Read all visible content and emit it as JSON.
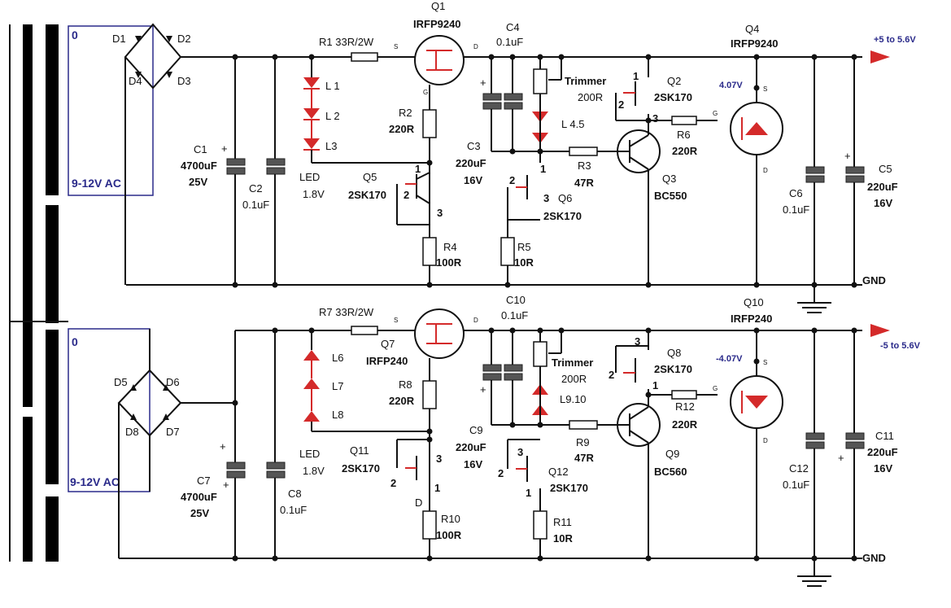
{
  "colors": {
    "wire": "#111111",
    "accent_red": "#d42a2a",
    "label_blue": "#2a2a8a"
  },
  "upper": {
    "ac_label": "9-12V AC",
    "tap_label": "0",
    "diodes": [
      "D1",
      "D2",
      "D3",
      "D4"
    ],
    "C1": {
      "name": "C1",
      "value": "4700uF",
      "voltage": "25V"
    },
    "C2": {
      "name": "C2",
      "value": "0.1uF"
    },
    "R1": "R1 33R/2W",
    "Q1": {
      "name": "Q1",
      "part": "IRFP9240"
    },
    "leds": [
      "L 1",
      "L 2",
      "L3"
    ],
    "led_note": "LED",
    "led_v": "1.8V",
    "R2": {
      "name": "R2",
      "value": "220R"
    },
    "Q5": {
      "name": "Q5",
      "part": "2SK170"
    },
    "R4": {
      "name": "R4",
      "value": "100R"
    },
    "C4": {
      "name": "C4",
      "value": "0.1uF"
    },
    "C3": {
      "name": "C3",
      "value": "220uF",
      "voltage": "16V"
    },
    "trimmer": {
      "name": "Trimmer",
      "value": "200R"
    },
    "L4": "L 4.5",
    "R3": {
      "name": "R3",
      "value": "47R"
    },
    "Q6": {
      "name": "Q6",
      "part": "2SK170"
    },
    "R5": {
      "name": "R5",
      "value": "10R"
    },
    "Q2": {
      "name": "Q2",
      "part": "2SK170"
    },
    "Q3": {
      "name": "Q3",
      "part": "BC550"
    },
    "R6": {
      "name": "R6",
      "value": "220R"
    },
    "Q4": {
      "name": "Q4",
      "part": "IRFP9240"
    },
    "gate_v": "4.07V",
    "C6": {
      "name": "C6",
      "value": "0.1uF"
    },
    "C5": {
      "name": "C5",
      "value": "220uF",
      "voltage": "16V"
    },
    "out_label": "+5 to 5.6V",
    "gnd": "GND"
  },
  "lower": {
    "ac_label": "9-12V AC",
    "tap_label": "0",
    "diodes": [
      "D5",
      "D6",
      "D7",
      "D8"
    ],
    "C7": {
      "name": "C7",
      "value": "4700uF",
      "voltage": "25V"
    },
    "C8": {
      "name": "C8",
      "value": "0.1uF"
    },
    "R7": "R7 33R/2W",
    "Q7": {
      "name": "Q7",
      "part": "IRFP240"
    },
    "leds": [
      "L6",
      "L7",
      "L8"
    ],
    "led_note": "LED",
    "led_v": "1.8V",
    "R8": {
      "name": "R8",
      "value": "220R"
    },
    "Q11": {
      "name": "Q11",
      "part": "2SK170"
    },
    "R10": {
      "name": "R10",
      "value": "100R"
    },
    "C10": {
      "name": "C10",
      "value": "0.1uF"
    },
    "C9": {
      "name": "C9",
      "value": "220uF",
      "voltage": "16V"
    },
    "trimmer": {
      "name": "Trimmer",
      "value": "200R"
    },
    "L9": "L9.10",
    "R9": {
      "name": "R9",
      "value": "47R"
    },
    "Q12": {
      "name": "Q12",
      "part": "2SK170"
    },
    "R11": {
      "name": "R11",
      "value": "10R"
    },
    "Q8": {
      "name": "Q8",
      "part": "2SK170"
    },
    "Q9": {
      "name": "Q9",
      "part": "BC560"
    },
    "R12": {
      "name": "R12",
      "value": "220R"
    },
    "Q10": {
      "name": "Q10",
      "part": "IRFP240"
    },
    "gate_v": "-4.07V",
    "C12": {
      "name": "C12",
      "value": "0.1uF"
    },
    "C11": {
      "name": "C11",
      "value": "220uF",
      "voltage": "16V"
    },
    "out_label": "-5 to 5.6V",
    "gnd": "GND"
  },
  "pins": {
    "s": "S",
    "d": "D",
    "g": "G",
    "one": "1",
    "two": "2",
    "three": "3",
    "plus": "+"
  }
}
